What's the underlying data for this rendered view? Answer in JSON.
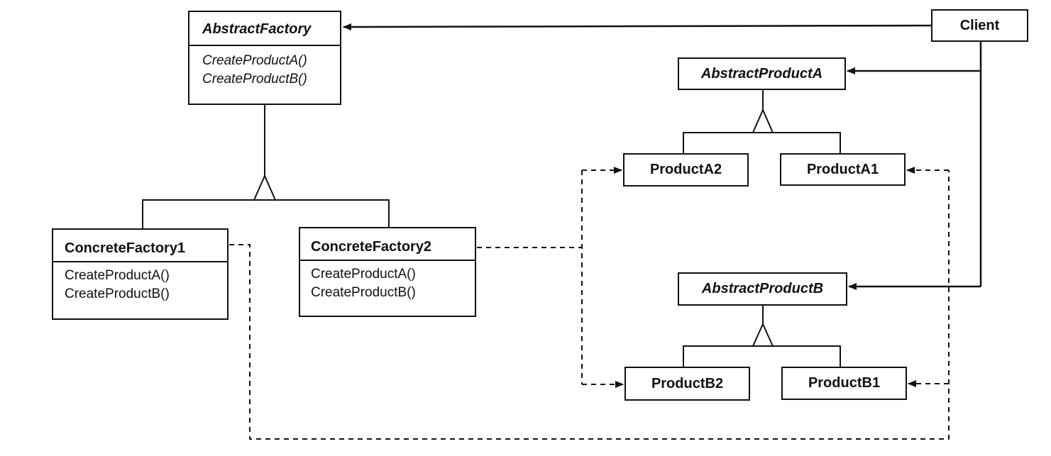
{
  "abstract_factory": {
    "name": "AbstractFactory",
    "operations": [
      "CreateProductA()",
      "CreateProductB()"
    ]
  },
  "concrete_factory_1": {
    "name": "ConcreteFactory1",
    "operations": [
      "CreateProductA()",
      "CreateProductB()"
    ]
  },
  "concrete_factory_2": {
    "name": "ConcreteFactory2",
    "operations": [
      "CreateProductA()",
      "CreateProductB()"
    ]
  },
  "client": {
    "name": "Client"
  },
  "abstract_product_a": {
    "name": "AbstractProductA"
  },
  "abstract_product_b": {
    "name": "AbstractProductB"
  },
  "product_a1": {
    "name": "ProductA1"
  },
  "product_a2": {
    "name": "ProductA2"
  },
  "product_b1": {
    "name": "ProductB1"
  },
  "product_b2": {
    "name": "ProductB2"
  },
  "colors": {
    "line": "#111111",
    "background": "#ffffff"
  }
}
